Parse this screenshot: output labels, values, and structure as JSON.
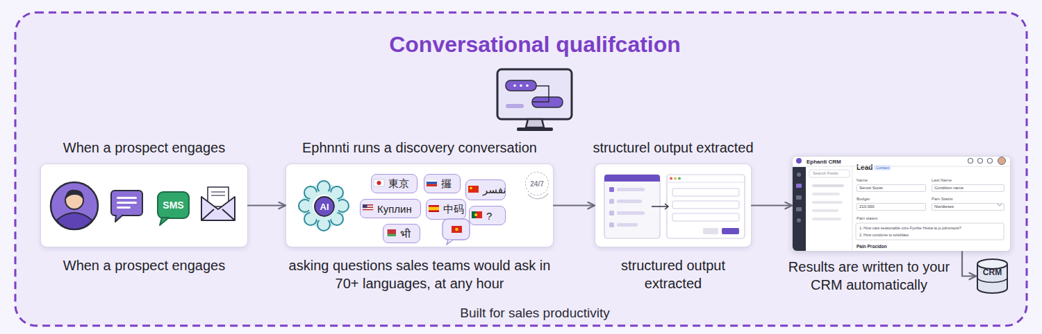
{
  "diagram": {
    "title": "Conversational qualifcation",
    "caption": "Built for sales productivity",
    "nodes": [
      {
        "text": [
          "When a prospect engages",
          "When a prospect engages"
        ]
      },
      {
        "text": [
          "SMS"
        ],
        "in": 0
      },
      {
        "text": [
          "Ephnnti runs a discovery conversation",
          "asking questions sales teams would ask in 70+ languages, at any hour"
        ]
      },
      {
        "text": [
          "AI"
        ],
        "in": 2
      },
      {
        "text": [
          "東京"
        ],
        "in": 2
      },
      {
        "text": [
          "攞"
        ],
        "in": 2
      },
      {
        "text": [
          "نفسر"
        ],
        "in": 2
      },
      {
        "text": [
          "Куплин"
        ],
        "in": 2
      },
      {
        "text": [
          "中码"
        ],
        "in": 2
      },
      {
        "text": [
          "?"
        ],
        "in": 2
      },
      {
        "text": [
          "भी"
        ],
        "in": 2
      },
      {
        "text": [
          "24/7"
        ],
        "in": 2
      },
      {
        "text": [
          "structurel output extracted",
          "structured output extracted"
        ]
      },
      {
        "text": [
          "Ephanti CRM",
          "Search Fields",
          "Lead",
          "Contact",
          "Name",
          "Last Name",
          "Senoti Scost",
          "Condition name",
          "Budget",
          "Pain Statist",
          "210,000",
          "Nie/dieses",
          "Pain states:",
          "1. How care seasonable core Fyorbe Hesta ta ju pdronepts?",
          "2. How condonie to solefdate",
          "Pain Procidon",
          "Results are written to your CRM automatically"
        ]
      },
      {
        "text": [
          "CRM"
        ]
      }
    ],
    "edges": [
      {
        "from": 0,
        "to": 2,
        "arrow": "to"
      },
      {
        "from": 2,
        "to": 12,
        "arrow": "to"
      },
      {
        "from": 12,
        "to": 13,
        "arrow": "to"
      },
      {
        "from": 13,
        "to": 14,
        "arrow": "to"
      }
    ]
  }
}
